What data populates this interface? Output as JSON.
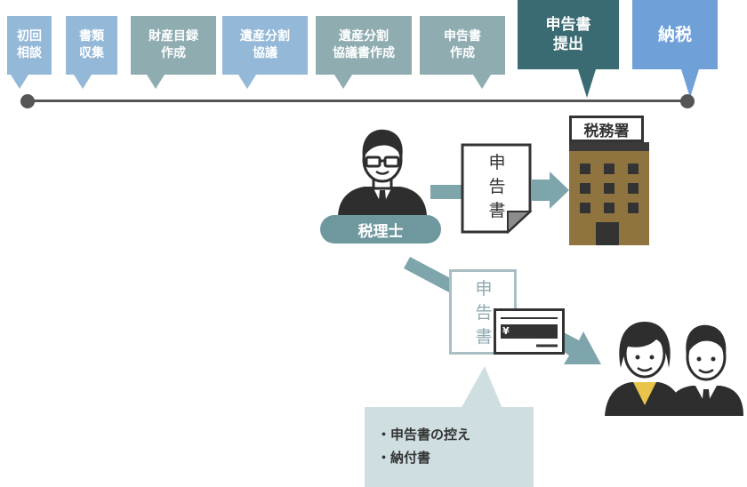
{
  "timeline": {
    "steps": [
      {
        "line1": "初回",
        "line2": "相談"
      },
      {
        "line1": "書類",
        "line2": "収集"
      },
      {
        "line1": "財産目録",
        "line2": "作成"
      },
      {
        "line1": "遺産分割",
        "line2": "協議"
      },
      {
        "line1": "遺産分割",
        "line2": "協議書作成"
      },
      {
        "line1": "申告書",
        "line2": "作成"
      },
      {
        "line1": "申告書",
        "line2": "提出"
      },
      {
        "line1": "納税",
        "line2": ""
      }
    ]
  },
  "tax_accountant": {
    "label": "税理士"
  },
  "tax_office": {
    "label": "税務署"
  },
  "return_document": {
    "chars": [
      "申",
      "告",
      "書"
    ]
  },
  "return_copy": {
    "chars": [
      "申",
      "告",
      "書"
    ]
  },
  "payment_slip": {
    "yen": "¥"
  },
  "callout": {
    "line1": "・申告書の控え",
    "line2": "・納付書"
  },
  "colors": {
    "light_step": "#94b8d8",
    "teal_step": "#8fadb1",
    "dark_step": "#3a6b72",
    "blue_step": "#6fa1d8",
    "arrow": "#7ea5ab",
    "building": "#8f7440",
    "callout_bg": "#cfdee1"
  }
}
